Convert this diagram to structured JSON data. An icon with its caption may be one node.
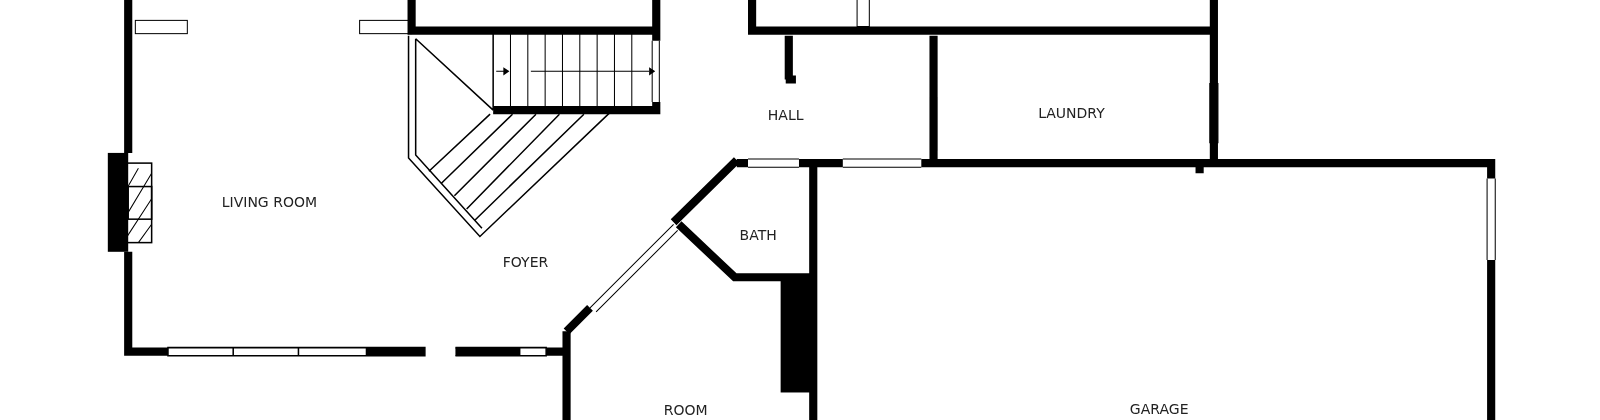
{
  "diagram": {
    "labels": [
      "HALL",
      "LAUNDRY",
      "LIVING ROOM",
      "BATH",
      "FOYER",
      "ROOM",
      "GARAGE"
    ]
  }
}
